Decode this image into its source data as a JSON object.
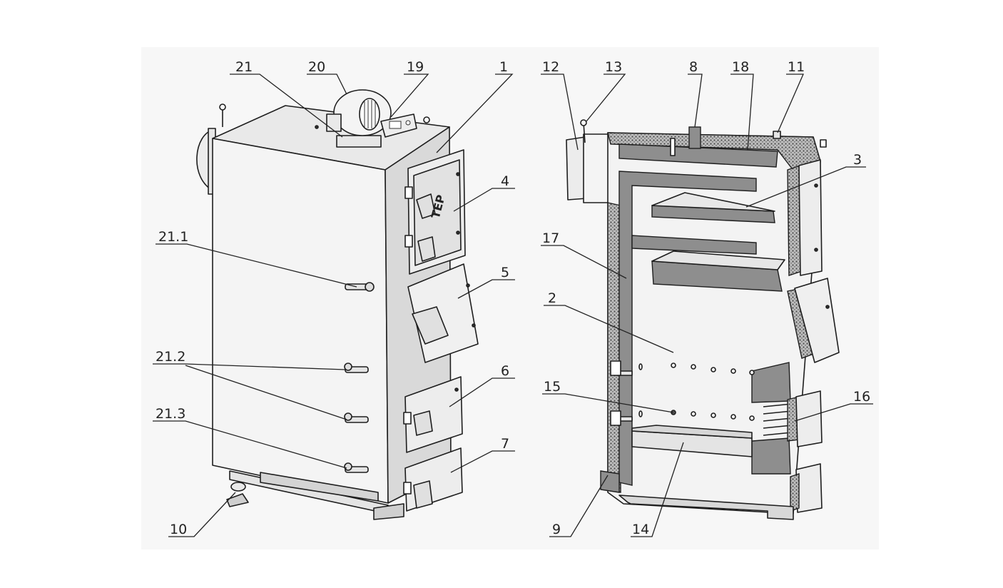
{
  "colors": {
    "background": "#ffffff",
    "backdrop": "#f7f7f7",
    "outline": "#1e1e1e",
    "body_fill": "#f2f2f2",
    "body_shade": "#d9d9d9",
    "wall_gray": "#8e8e8e"
  },
  "logo": {
    "text": "TEP"
  },
  "labels": {
    "left": {
      "l21": "21",
      "l20": "20",
      "l19": "19",
      "l1": "1",
      "l4": "4",
      "l21_1": "21.1",
      "l5": "5",
      "l21_2": "21.2",
      "l6": "6",
      "l21_3": "21.3",
      "l7": "7",
      "l10": "10"
    },
    "right": {
      "l12": "12",
      "l13": "13",
      "l8": "8",
      "l18": "18",
      "l11": "11",
      "l3": "3",
      "l17": "17",
      "l2": "2",
      "l15": "15",
      "l16": "16",
      "l9": "9",
      "l14": "14"
    }
  }
}
